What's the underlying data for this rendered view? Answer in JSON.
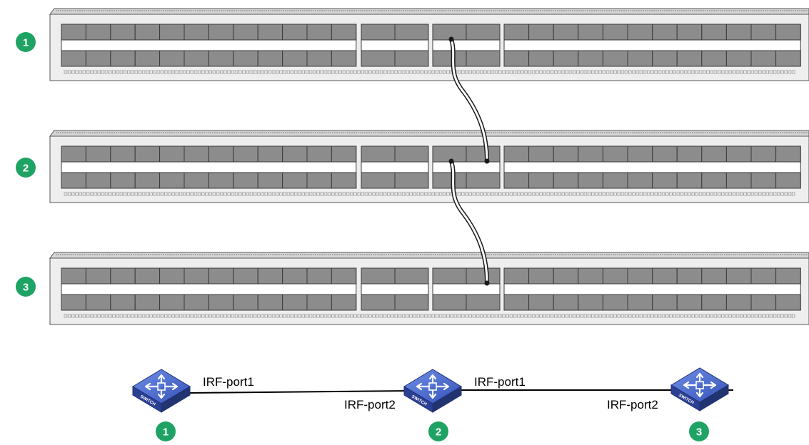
{
  "colors": {
    "badge": "#1ea364",
    "chassis_fill": "#eeeeee",
    "chassis_stroke": "#555555",
    "port_fill": "#8c8c8c",
    "port_stroke": "#3a3a3a",
    "switch_top": "#3d5fc4",
    "switch_side": "#2b3f93",
    "link": "#000000"
  },
  "devices": [
    {
      "id": "1",
      "badge": "1"
    },
    {
      "id": "2",
      "badge": "2"
    },
    {
      "id": "3",
      "badge": "3"
    }
  ],
  "cables": [
    {
      "from": "1",
      "to": "2"
    },
    {
      "from": "2",
      "to": "3"
    }
  ],
  "topology": {
    "icon": "switch-icon",
    "icon_text": "SWITCH",
    "nodes": [
      {
        "id": "1",
        "badge": "1"
      },
      {
        "id": "2",
        "badge": "2"
      },
      {
        "id": "3",
        "badge": "3"
      }
    ],
    "links": [
      {
        "from": "1",
        "to": "2",
        "from_port": "IRF-port1",
        "to_port": "IRF-port2"
      },
      {
        "from": "2",
        "to": "3",
        "from_port": "IRF-port1",
        "to_port": "IRF-port2"
      }
    ]
  }
}
